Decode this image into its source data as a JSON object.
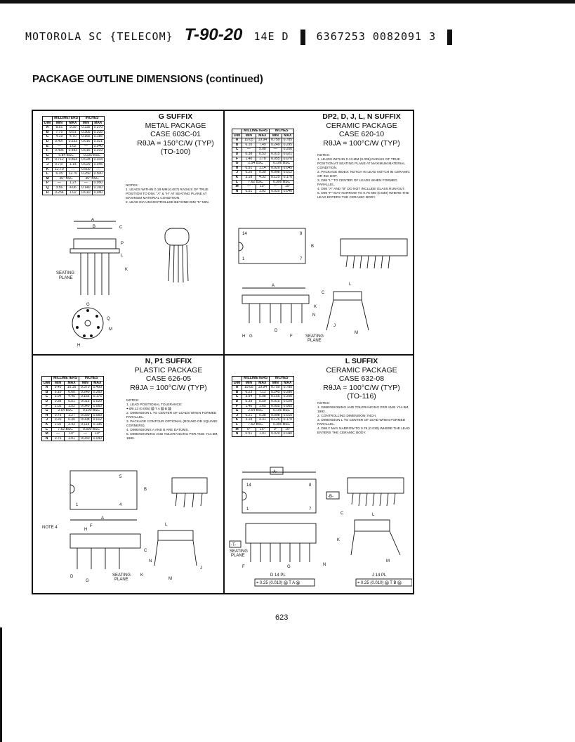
{
  "header": {
    "company": "MOTOROLA SC {TELECOM}",
    "stamp": "T-90-20",
    "code": "14E D",
    "numbers": "6367253 0082091 3"
  },
  "page_title": "PACKAGE OUTLINE DIMENSIONS (continued)",
  "page_number": "623",
  "table_headers": {
    "mm": "MILLIMETERS",
    "in": "INCHES",
    "dim": "DIM",
    "min": "MIN",
    "max": "MAX"
  },
  "panels": {
    "g": {
      "suffix": "G SUFFIX",
      "line2": "METAL PACKAGE",
      "line3": "CASE 603C-01",
      "line4": "RθJA = 150°C/W (TYP)",
      "line5": "(TO-100)",
      "rows": [
        [
          "A",
          "8.51",
          "9.39",
          "0.335",
          "0.370"
        ],
        [
          "B",
          "7.75",
          "8.51",
          "0.305",
          "0.335"
        ],
        [
          "C",
          "4.19",
          "4.70",
          "0.165",
          "0.185"
        ],
        [
          "D",
          "0.407",
          "0.533",
          "0.016",
          "0.021"
        ],
        [
          "E",
          "—",
          "1.02",
          "—",
          "0.040"
        ],
        [
          "F",
          "0.406",
          "0.483",
          "0.016",
          "0.019"
        ],
        [
          "G",
          "5.84 BSC",
          "",
          "0.230 BSC",
          ""
        ],
        [
          "H",
          "0.712",
          "0.864",
          "0.028",
          "0.034"
        ],
        [
          "J",
          "0.737",
          "1.14",
          "0.029",
          "0.045"
        ],
        [
          "K",
          "12.70",
          "—",
          "0.500",
          "—"
        ],
        [
          "L",
          "6.35",
          "12.70",
          "0.250",
          "0.500"
        ],
        [
          "M",
          "36° BSC",
          "",
          "36° BSC",
          ""
        ],
        [
          "P",
          "—",
          "1.27",
          "—",
          "0.050"
        ],
        [
          "Q",
          "3.56",
          "4.06",
          "0.140",
          "0.160"
        ],
        [
          "R",
          "0.254",
          "1.02",
          "0.010",
          "0.040"
        ]
      ],
      "notes": [
        "NOTES:",
        "1. LEADS WITHIN 0.18 mm (0.007) RADIUS OF TRUE POSITION TO DIM. \"A\" & \"H\" AT SEATING PLANE AT MAXIMUM MATERIAL CONDITION.",
        "2. LEAD DIA UNCONTROLLED BEYOND DIM \"K\" MIN."
      ]
    },
    "dp2": {
      "suffix": "DP2, D, J, L, N SUFFIX",
      "line2": "CERAMIC PACKAGE",
      "line3": "CASE 620-10",
      "line4": "RθJA = 100°C/W (TYP)",
      "rows": [
        [
          "A",
          "19.05",
          "19.94",
          "0.750",
          "0.785"
        ],
        [
          "B",
          "6.10",
          "7.49",
          "0.240",
          "0.295"
        ],
        [
          "C",
          "—",
          "5.08",
          "—",
          "0.200"
        ],
        [
          "D",
          "0.38",
          "0.53",
          "0.015",
          "0.021"
        ],
        [
          "F",
          "1.40",
          "1.78",
          "0.055",
          "0.070"
        ],
        [
          "G",
          "2.54 BSC",
          "",
          "0.100 BSC",
          ""
        ],
        [
          "H",
          "0.51",
          "1.14",
          "0.020",
          "0.045"
        ],
        [
          "J",
          "0.20",
          "0.30",
          "0.008",
          "0.012"
        ],
        [
          "K",
          "3.18",
          "4.32",
          "0.125",
          "0.170"
        ],
        [
          "L",
          "7.62 BSC",
          "",
          "0.300 BSC",
          ""
        ],
        [
          "M",
          "—",
          "15°",
          "—",
          "15°"
        ],
        [
          "N",
          "0.51",
          "1.02",
          "0.020",
          "0.040"
        ]
      ],
      "notes": [
        "NOTES:",
        "1. LEADS WITHIN 0.13 mm (0.005) RADIUS OF TRUE POSITION AT SEATING PLANE AT MAXIMUM MATERIAL CONDITION.",
        "2. PACKAGE INDEX: NOTCH IN LEAD NOTCH IN CERAMIC OR INK DOT.",
        "3. DIM \"L\" TO CENTER OF LEADS WHEN FORMED PARALLEL.",
        "4. DIM \"A\" AND \"B\" DO NOT INCLUDE GLASS RUN-OUT.",
        "5. DIM \"F\" MAY NARROW TO 0.76 mm (0.030) WHERE THE LEAD ENTERS THE CERAMIC BODY."
      ]
    },
    "n": {
      "suffix": "N, P1 SUFFIX",
      "line2": "PLASTIC PACKAGE",
      "line3": "CASE 626-05",
      "line4": "RθJA = 100°C/W (TYP)",
      "rows": [
        [
          "A",
          "9.40",
          "10.16",
          "0.370",
          "0.400"
        ],
        [
          "B",
          "6.10",
          "6.60",
          "0.240",
          "0.260"
        ],
        [
          "C",
          "3.94",
          "4.45",
          "0.155",
          "0.175"
        ],
        [
          "D",
          "0.38",
          "0.51",
          "0.015",
          "0.020"
        ],
        [
          "F",
          "1.02",
          "1.52",
          "0.040",
          "0.060"
        ],
        [
          "G",
          "2.54 BSC",
          "",
          "0.100 BSC",
          ""
        ],
        [
          "H",
          "0.76",
          "1.27",
          "0.030",
          "0.050"
        ],
        [
          "J",
          "0.20",
          "0.30",
          "0.008",
          "0.012"
        ],
        [
          "K",
          "2.92",
          "3.43",
          "0.115",
          "0.135"
        ],
        [
          "L",
          "7.62 BSC",
          "",
          "0.300 BSC",
          ""
        ],
        [
          "M",
          "—",
          "10°",
          "—",
          "10°"
        ],
        [
          "N",
          "0.76",
          "1.01",
          "0.030",
          "0.040"
        ]
      ],
      "notes": [
        "NOTES:",
        "1. LEAD POSITIONAL TOLERANCE:",
        "⌖ ø0.13 (0.005) Ⓜ T A Ⓜ B Ⓜ",
        "2. DIMENSION L TO CENTER OF LEADS WHEN FORMED PARALLEL.",
        "3. PACKAGE CONTOUR OPTIONAL (ROUND OR SQUARE CORNERS).",
        "4. DIMENSIONS A AND B ARE DATUMS.",
        "5. DIMENSIONING AND TOLERANCING PER ANSI Y14.5M, 1982."
      ]
    },
    "l": {
      "suffix": "L SUFFIX",
      "line2": "CERAMIC PACKAGE",
      "line3": "CASE 632-08",
      "line4": "RθJA = 100°C/W (TYP)",
      "line5": "(TO-116)",
      "rows": [
        [
          "A",
          "19.05",
          "19.94",
          "0.750",
          "0.785"
        ],
        [
          "B",
          "6.23",
          "7.11",
          "0.245",
          "0.280"
        ],
        [
          "C",
          "3.94",
          "5.08",
          "0.155",
          "0.200"
        ],
        [
          "D",
          "0.39",
          "0.50",
          "0.015",
          "0.020"
        ],
        [
          "F",
          "1.40",
          "1.65",
          "0.055",
          "0.065"
        ],
        [
          "G",
          "2.54 BSC",
          "",
          "0.100 BSC",
          ""
        ],
        [
          "J",
          "0.21",
          "0.38",
          "0.008",
          "0.015"
        ],
        [
          "K",
          "3.18",
          "4.31",
          "0.125",
          "0.170"
        ],
        [
          "L",
          "7.62 BSC",
          "",
          "0.300 BSC",
          ""
        ],
        [
          "M",
          "0°",
          "15°",
          "0°",
          "15°"
        ],
        [
          "N",
          "0.51",
          "1.01",
          "0.020",
          "0.040"
        ]
      ],
      "notes": [
        "NOTES:",
        "1. DIMENSIONING AND TOLERANCING PER ANSI Y14.5M, 1982.",
        "2. CONTROLLING DIMENSION: INCH.",
        "3. DIMENSION L TO CENTER OF LEAD WHEN FORMED PARALLEL.",
        "4. DIM F MAY NARROW TO 0.76 (0.030) WHERE THE LEAD ENTERS THE CERAMIC BODY."
      ]
    }
  },
  "drawing_labels": {
    "seating_plane": "SEATING PLANE",
    "note4": "NOTE 4",
    "d14": "D 14 PL",
    "j14": "J 14 PL",
    "tol1": "⌖ 0.25 (0.010) Ⓜ T A Ⓜ",
    "tol2": "⌖ 0.25 (0.010) Ⓜ T B Ⓜ",
    "datum_a": "-A-",
    "datum_b": "-B-",
    "datum_t": "-T-"
  }
}
